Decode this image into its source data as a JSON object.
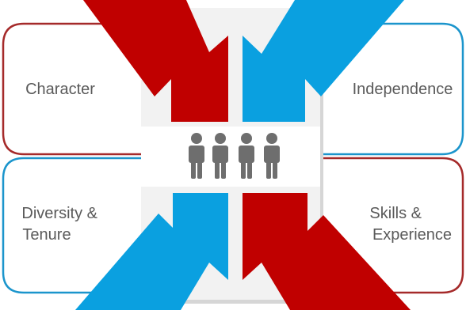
{
  "quadrants": [
    {
      "id": "top-left",
      "lines": [
        "Character"
      ],
      "color": "#b22222"
    },
    {
      "id": "top-right",
      "lines": [
        "Independence"
      ],
      "color": "#1b95cc"
    },
    {
      "id": "bottom-left",
      "lines": [
        "Diversity &",
        "Tenure"
      ],
      "color": "#1b95cc"
    },
    {
      "id": "bottom-right",
      "lines": [
        "Skills &",
        "Experience"
      ],
      "color": "#b22222"
    }
  ],
  "center": {
    "icon": "group-of-people-icon",
    "people_count": 4,
    "color": "#6e6e6e"
  },
  "colors": {
    "red": "#c00000",
    "blue": "#0aa0e0",
    "panel_bg": "#f2f2f2",
    "text": "#5a5a5a"
  }
}
